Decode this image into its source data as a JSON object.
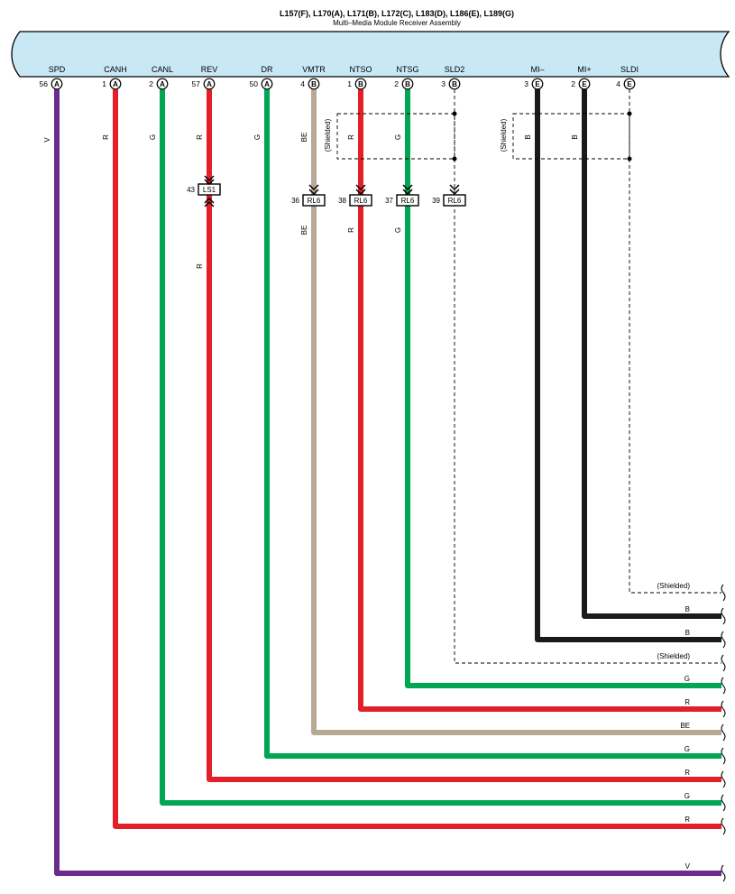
{
  "header": {
    "title": "L157(F), L170(A), L171(B), L172(C), L183(D), L186(E), L189(G)",
    "subtitle": "Multi–Media Module Receiver Assembly"
  },
  "colors": {
    "module_fill": "#c9e8f5",
    "V": "#6a2c8f",
    "R": "#e3202a",
    "G": "#00a651",
    "BE": "#b9a895",
    "B": "#1a1a1a"
  },
  "pins": [
    {
      "name": "SPD",
      "num": "56",
      "conn": "A",
      "color": "V",
      "label_top": "V",
      "label_bottom": "",
      "right_label": "V"
    },
    {
      "name": "CANH",
      "num": "1",
      "conn": "A",
      "color": "R",
      "label_top": "R",
      "label_bottom": "",
      "right_label": "R"
    },
    {
      "name": "CANL",
      "num": "2",
      "conn": "A",
      "color": "G",
      "label_top": "G",
      "label_bottom": "",
      "right_label": "G"
    },
    {
      "name": "REV",
      "num": "57",
      "conn": "A",
      "color": "R",
      "label_top": "R",
      "label_bottom": "R",
      "right_label": "R"
    },
    {
      "name": "DR",
      "num": "50",
      "conn": "A",
      "color": "G",
      "label_top": "G",
      "label_bottom": "",
      "right_label": "G"
    },
    {
      "name": "VMTR",
      "num": "4",
      "conn": "B",
      "color": "BE",
      "label_top": "BE",
      "label_bottom": "BE",
      "right_label": "BE"
    },
    {
      "name": "NTSO",
      "num": "1",
      "conn": "B",
      "color": "R",
      "label_top": "R",
      "label_bottom": "R",
      "right_label": "R"
    },
    {
      "name": "NTSG",
      "num": "2",
      "conn": "B",
      "color": "G",
      "label_top": "G",
      "label_bottom": "G",
      "right_label": "G"
    },
    {
      "name": "SLD2",
      "num": "3",
      "conn": "B",
      "color": "",
      "label_top": "",
      "label_bottom": "",
      "right_label": "(Shielded)"
    },
    {
      "name": "MI–",
      "num": "3",
      "conn": "E",
      "color": "B",
      "label_top": "B",
      "label_bottom": "",
      "right_label": "B"
    },
    {
      "name": "MI+",
      "num": "2",
      "conn": "E",
      "color": "B",
      "label_top": "B",
      "label_bottom": "",
      "right_label": "B"
    },
    {
      "name": "SLDI",
      "num": "4",
      "conn": "E",
      "color": "",
      "label_top": "",
      "label_bottom": "",
      "right_label": "(Shielded)"
    }
  ],
  "connectors": [
    {
      "num": "43",
      "label": "LS1"
    },
    {
      "num": "36",
      "label": "RL6"
    },
    {
      "num": "38",
      "label": "RL6"
    },
    {
      "num": "37",
      "label": "RL6"
    },
    {
      "num": "39",
      "label": "RL6"
    }
  ],
  "shields": [
    {
      "label": "(Shielded)"
    },
    {
      "label": "(Shielded)"
    }
  ]
}
